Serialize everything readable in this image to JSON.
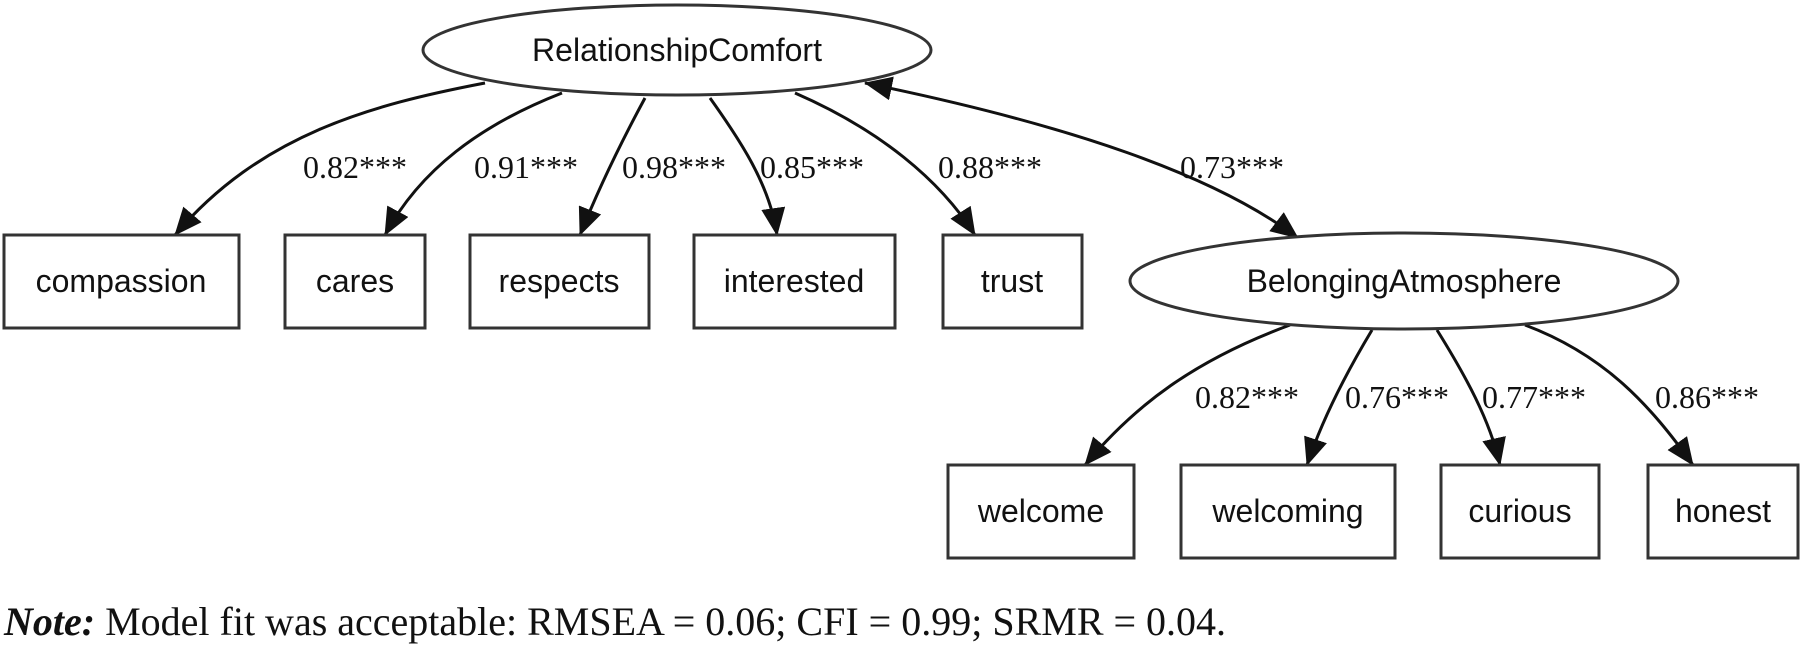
{
  "latents": {
    "relationship_comfort": "RelationshipComfort",
    "belonging_atmosphere": "BelongingAtmosphere"
  },
  "indicators": {
    "compassion": "compassion",
    "cares": "cares",
    "respects": "respects",
    "interested": "interested",
    "trust": "trust",
    "welcome": "welcome",
    "welcoming": "welcoming",
    "curious": "curious",
    "honest": "honest"
  },
  "loadings": {
    "compassion": "0.82***",
    "cares": "0.91***",
    "respects": "0.98***",
    "interested": "0.85***",
    "trust": "0.88***",
    "welcome": "0.82***",
    "welcoming": "0.76***",
    "curious": "0.77***",
    "honest": "0.86***"
  },
  "covariance": "0.73***",
  "note": {
    "label": "Note:",
    "text": " Model fit was acceptable: RMSEA = 0.06; CFI = 0.99; SRMR = 0.04."
  }
}
